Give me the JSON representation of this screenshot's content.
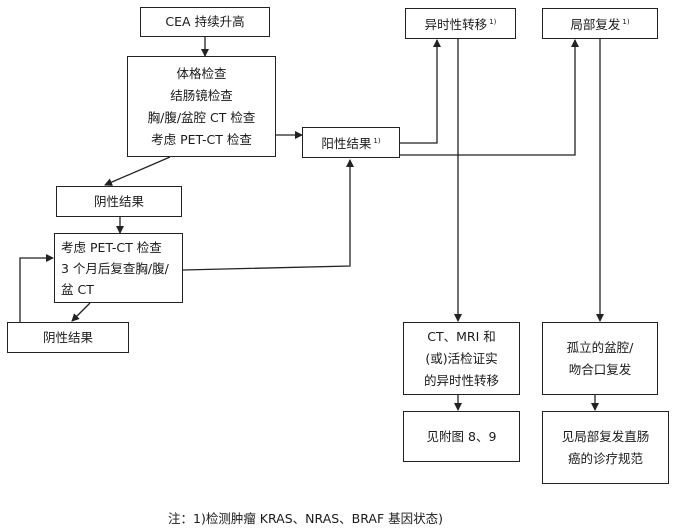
{
  "nodes": {
    "cea": {
      "lines": [
        "CEA 持续升高"
      ]
    },
    "exam": {
      "lines": [
        "体格检查",
        "结肠镜检查",
        "胸/腹/盆腔 CT 检查",
        "考虑 PET-CT 检查"
      ]
    },
    "neg1": {
      "lines": [
        "阴性结果"
      ]
    },
    "followup": {
      "lines": [
        "考虑 PET-CT 检查",
        "3 个月后复查胸/腹/",
        "盆 CT"
      ]
    },
    "neg2": {
      "lines": [
        "阴性结果"
      ]
    },
    "positive": {
      "text": "阳性结果",
      "sup": "1)"
    },
    "metastasis": {
      "text": "异时性转移",
      "sup": "1)"
    },
    "local_recur": {
      "text": "局部复发",
      "sup": "1)"
    },
    "ct_mri": {
      "lines": [
        "CT、MRI 和",
        "(或)活检证实",
        "的异时性转移"
      ]
    },
    "see_fig": {
      "lines": [
        "见附图 8、9"
      ]
    },
    "isolated": {
      "lines": [
        "孤立的盆腔/",
        "吻合口复发"
      ]
    },
    "local_norm": {
      "lines": [
        "见局部复发直肠",
        "癌的诊疗规范"
      ]
    }
  },
  "footnote": "注：1)检测肿瘤 KRAS、NRAS、BRAF 基因状态)"
}
